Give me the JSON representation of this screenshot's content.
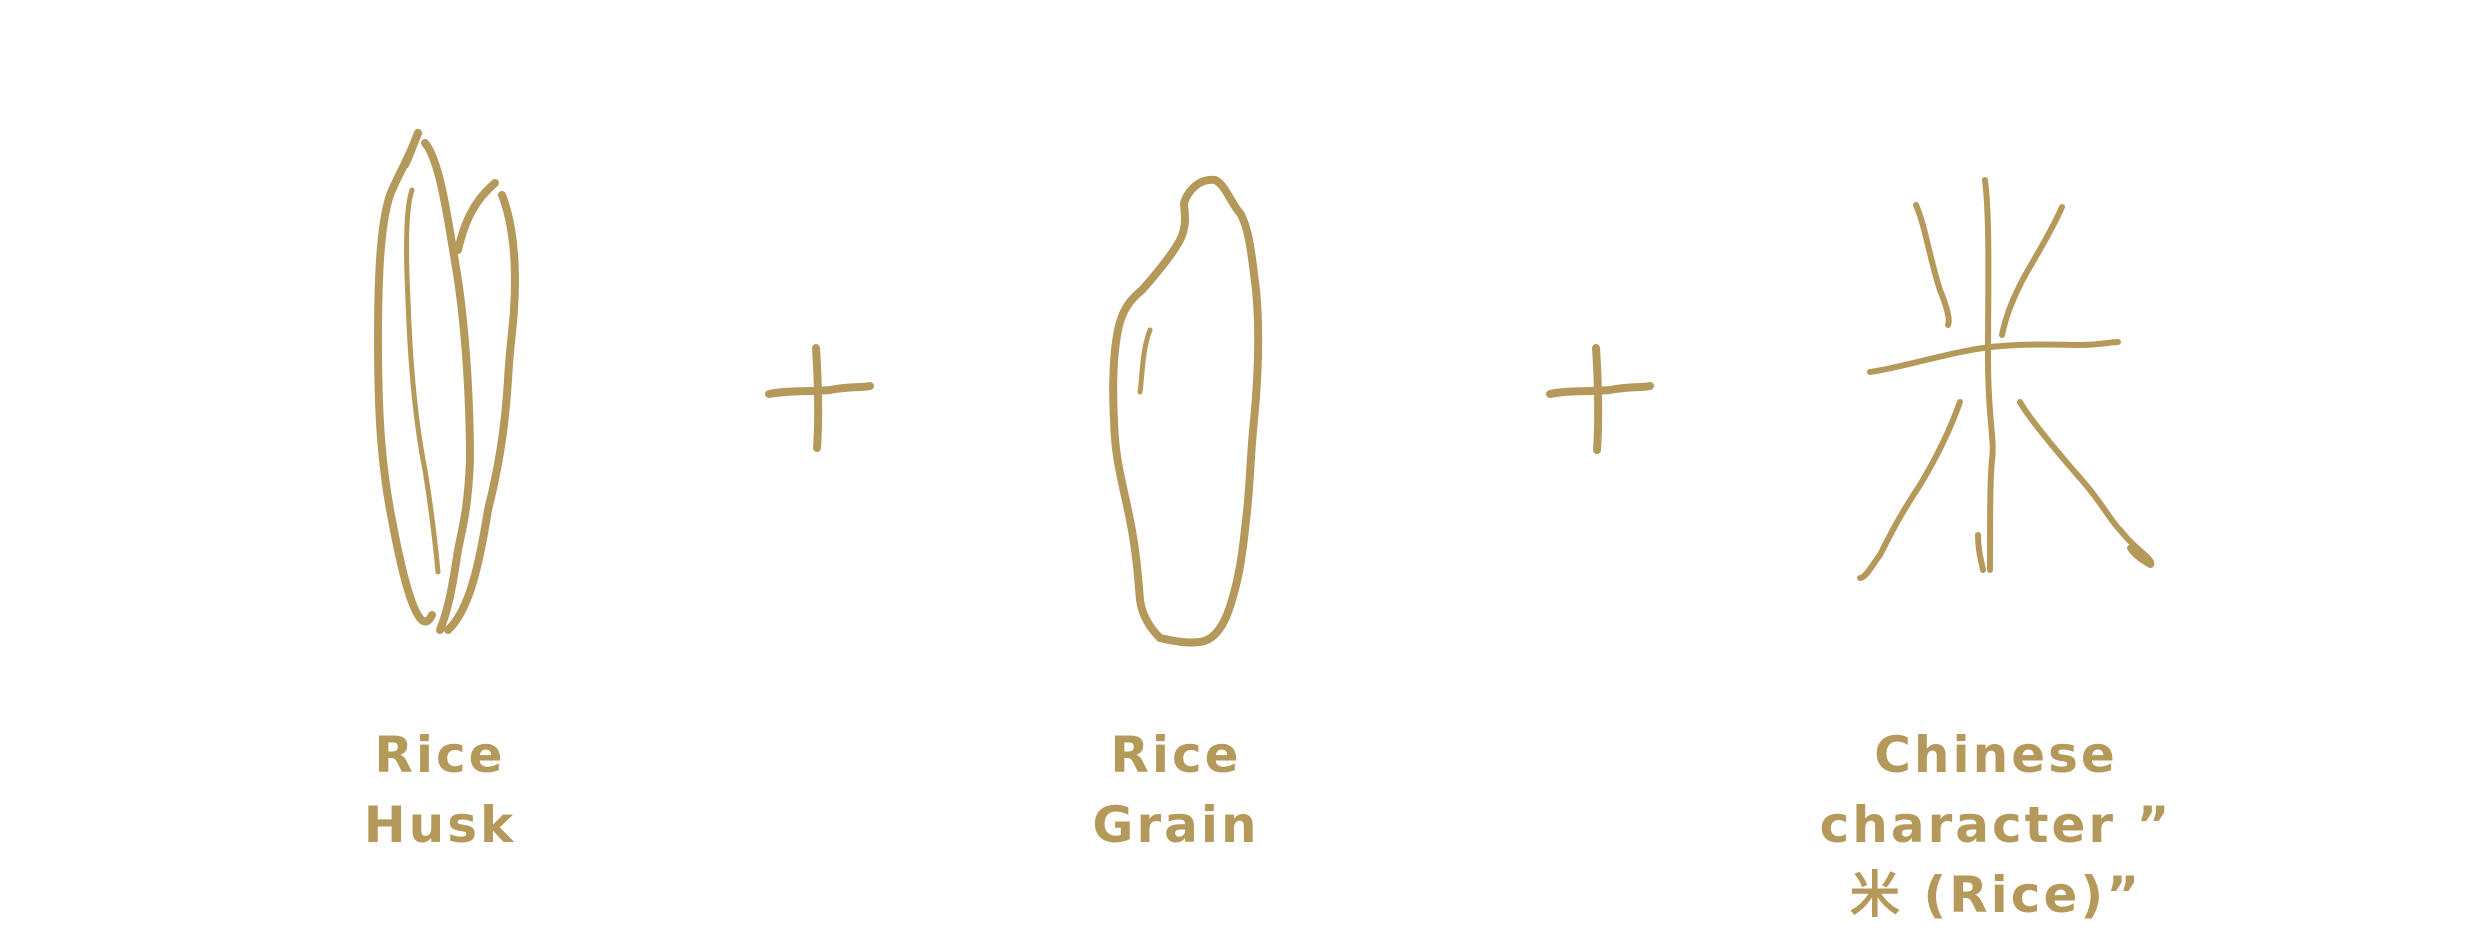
{
  "colors": {
    "accent": "#b5995a",
    "background": "#ffffff"
  },
  "illustrations": {
    "rice_husk": "rice-husk-drawing",
    "plus_1": "plus-sign",
    "rice_grain": "rice-grain-drawing",
    "plus_2": "plus-sign",
    "chinese_character": "米"
  },
  "captions": {
    "husk": [
      "Rice",
      "Husk"
    ],
    "grain": [
      "Rice",
      "Grain"
    ],
    "character": [
      "Chinese",
      "character ”",
      "米 (Rice)”"
    ]
  }
}
